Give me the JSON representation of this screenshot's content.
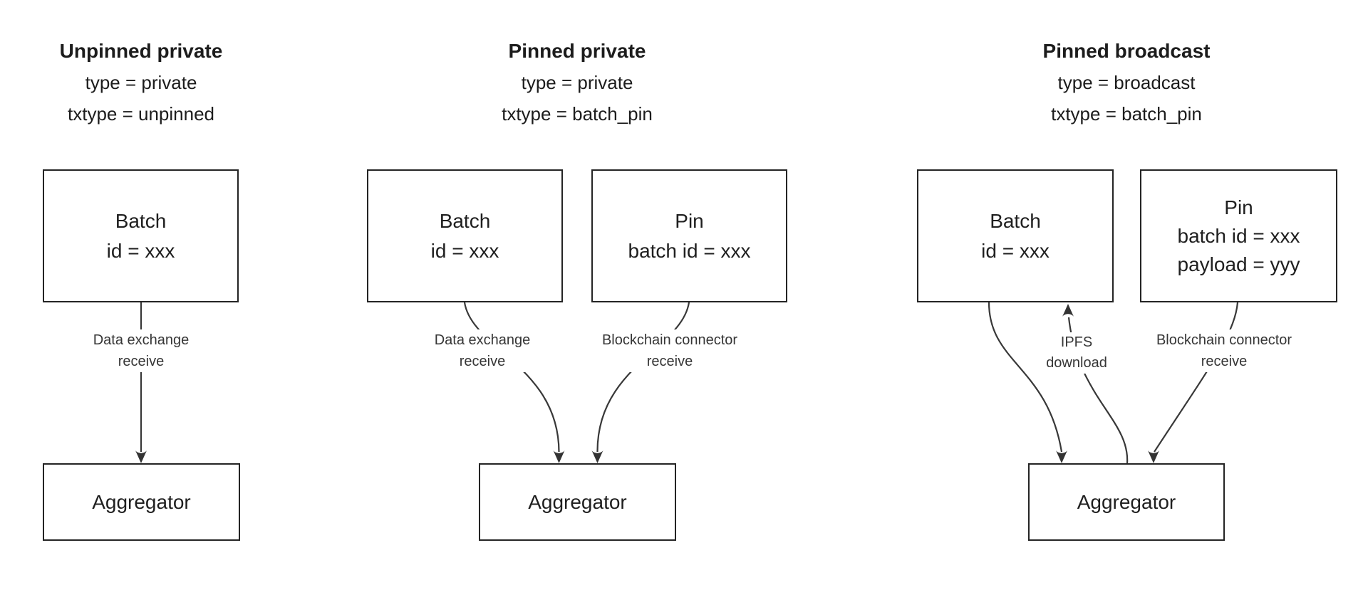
{
  "diagram": {
    "kind": "flowchart",
    "colors": {
      "stroke": "#333333",
      "text": "#1f1f1f",
      "background": "#ffffff"
    },
    "panels": [
      {
        "title": "Unpinned private",
        "subtitle_lines": [
          "type = private",
          "txtype = unpinned"
        ],
        "nodes": [
          {
            "id": "batch",
            "lines": [
              "Batch",
              "id = xxx"
            ]
          },
          {
            "id": "aggregator",
            "lines": [
              "Aggregator"
            ]
          }
        ],
        "edges": [
          {
            "from": "batch",
            "to": "aggregator",
            "direction": "down",
            "label_lines": [
              "Data exchange",
              "receive"
            ]
          }
        ]
      },
      {
        "title": "Pinned private",
        "subtitle_lines": [
          "type = private",
          "txtype = batch_pin"
        ],
        "nodes": [
          {
            "id": "batch",
            "lines": [
              "Batch",
              "id = xxx"
            ]
          },
          {
            "id": "pin",
            "lines": [
              "Pin",
              "batch id = xxx"
            ]
          },
          {
            "id": "aggregator",
            "lines": [
              "Aggregator"
            ]
          }
        ],
        "edges": [
          {
            "from": "batch",
            "to": "aggregator",
            "direction": "down",
            "label_lines": [
              "Data exchange",
              "receive"
            ]
          },
          {
            "from": "pin",
            "to": "aggregator",
            "direction": "down",
            "label_lines": [
              "Blockchain connector",
              "receive"
            ]
          }
        ]
      },
      {
        "title": "Pinned broadcast",
        "subtitle_lines": [
          "type = broadcast",
          "txtype = batch_pin"
        ],
        "nodes": [
          {
            "id": "batch",
            "lines": [
              "Batch",
              "id = xxx"
            ]
          },
          {
            "id": "pin",
            "lines": [
              "Pin",
              "batch id = xxx",
              "payload = yyy"
            ]
          },
          {
            "id": "aggregator",
            "lines": [
              "Aggregator"
            ]
          }
        ],
        "edges": [
          {
            "from": "batch",
            "to": "aggregator",
            "direction": "down",
            "label_lines": []
          },
          {
            "from": "aggregator",
            "to": "batch",
            "direction": "up",
            "label_lines": [
              "IPFS",
              "download"
            ]
          },
          {
            "from": "pin",
            "to": "aggregator",
            "direction": "down",
            "label_lines": [
              "Blockchain connector",
              "receive"
            ]
          }
        ]
      }
    ]
  }
}
